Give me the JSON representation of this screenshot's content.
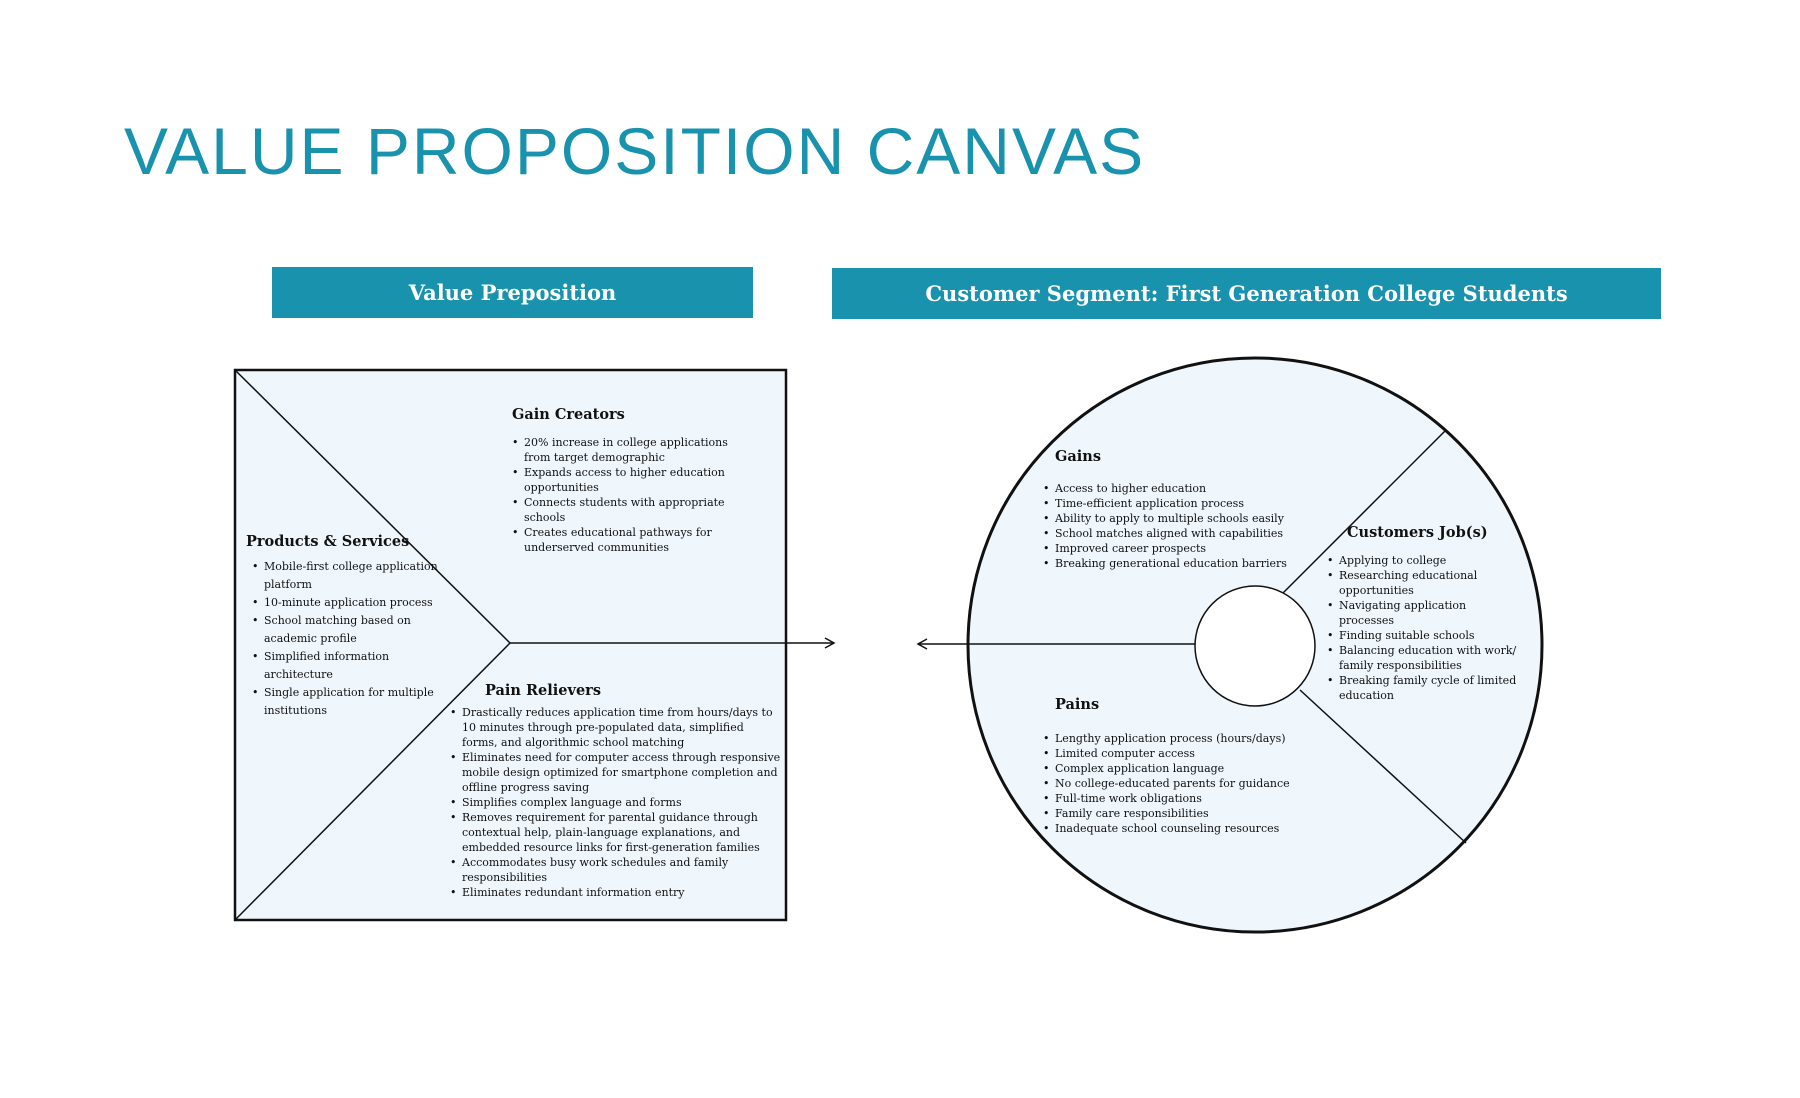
{
  "title": "VALUE PROPOSITION CANVAS",
  "colors": {
    "accent": "#1993ad",
    "panel": "#eff6fc",
    "line": "#111111"
  },
  "value_proposition": {
    "header": "Value Preposition",
    "gain_creators": {
      "title": "Gain Creators",
      "items": [
        "20% increase in college applications from target demographic",
        "Expands access to higher education opportunities",
        "Connects students with appropriate schools",
        "Creates educational pathways for underserved communities"
      ]
    },
    "products_services": {
      "title": "Products & Services",
      "items": [
        "Mobile-first college application platform",
        "10-minute application process",
        "School matching based on academic profile",
        "Simplified information architecture",
        "Single application for multiple institutions"
      ]
    },
    "pain_relievers": {
      "title": "Pain Relievers",
      "items": [
        "Drastically reduces application time from hours/days to 10 minutes through pre-populated data, simplified forms, and algorithmic school matching",
        "Eliminates need for computer access through responsive mobile design optimized for smartphone completion and offline progress saving",
        "Simplifies complex language and forms",
        "Removes requirement for parental guidance through contextual help, plain-language explanations, and embedded resource links for first-generation families",
        "Accommodates busy work schedules and family responsibilities",
        "Eliminates redundant information entry"
      ]
    }
  },
  "customer_segment": {
    "header": "Customer Segment: First Generation College Students",
    "gains": {
      "title": "Gains",
      "items": [
        "Access to higher education",
        "Time-efficient application process",
        "Ability to apply to multiple schools easily",
        "School matches aligned with capabilities",
        "Improved career prospects",
        "Breaking generational education barriers"
      ]
    },
    "customer_jobs": {
      "title": "Customers Job(s)",
      "items": [
        "Applying to college",
        "Researching educational opportunities",
        "Navigating application processes",
        "Finding suitable schools",
        "Balancing education with work/ family responsibilities",
        "Breaking family cycle of limited education"
      ]
    },
    "pains": {
      "title": "Pains",
      "items": [
        "Lengthy application process (hours/days)",
        "Limited computer access",
        "Complex application language",
        "No college-educated parents for guidance",
        "Full-time work obligations",
        "Family care responsibilities",
        "Inadequate school counseling resources"
      ]
    }
  }
}
